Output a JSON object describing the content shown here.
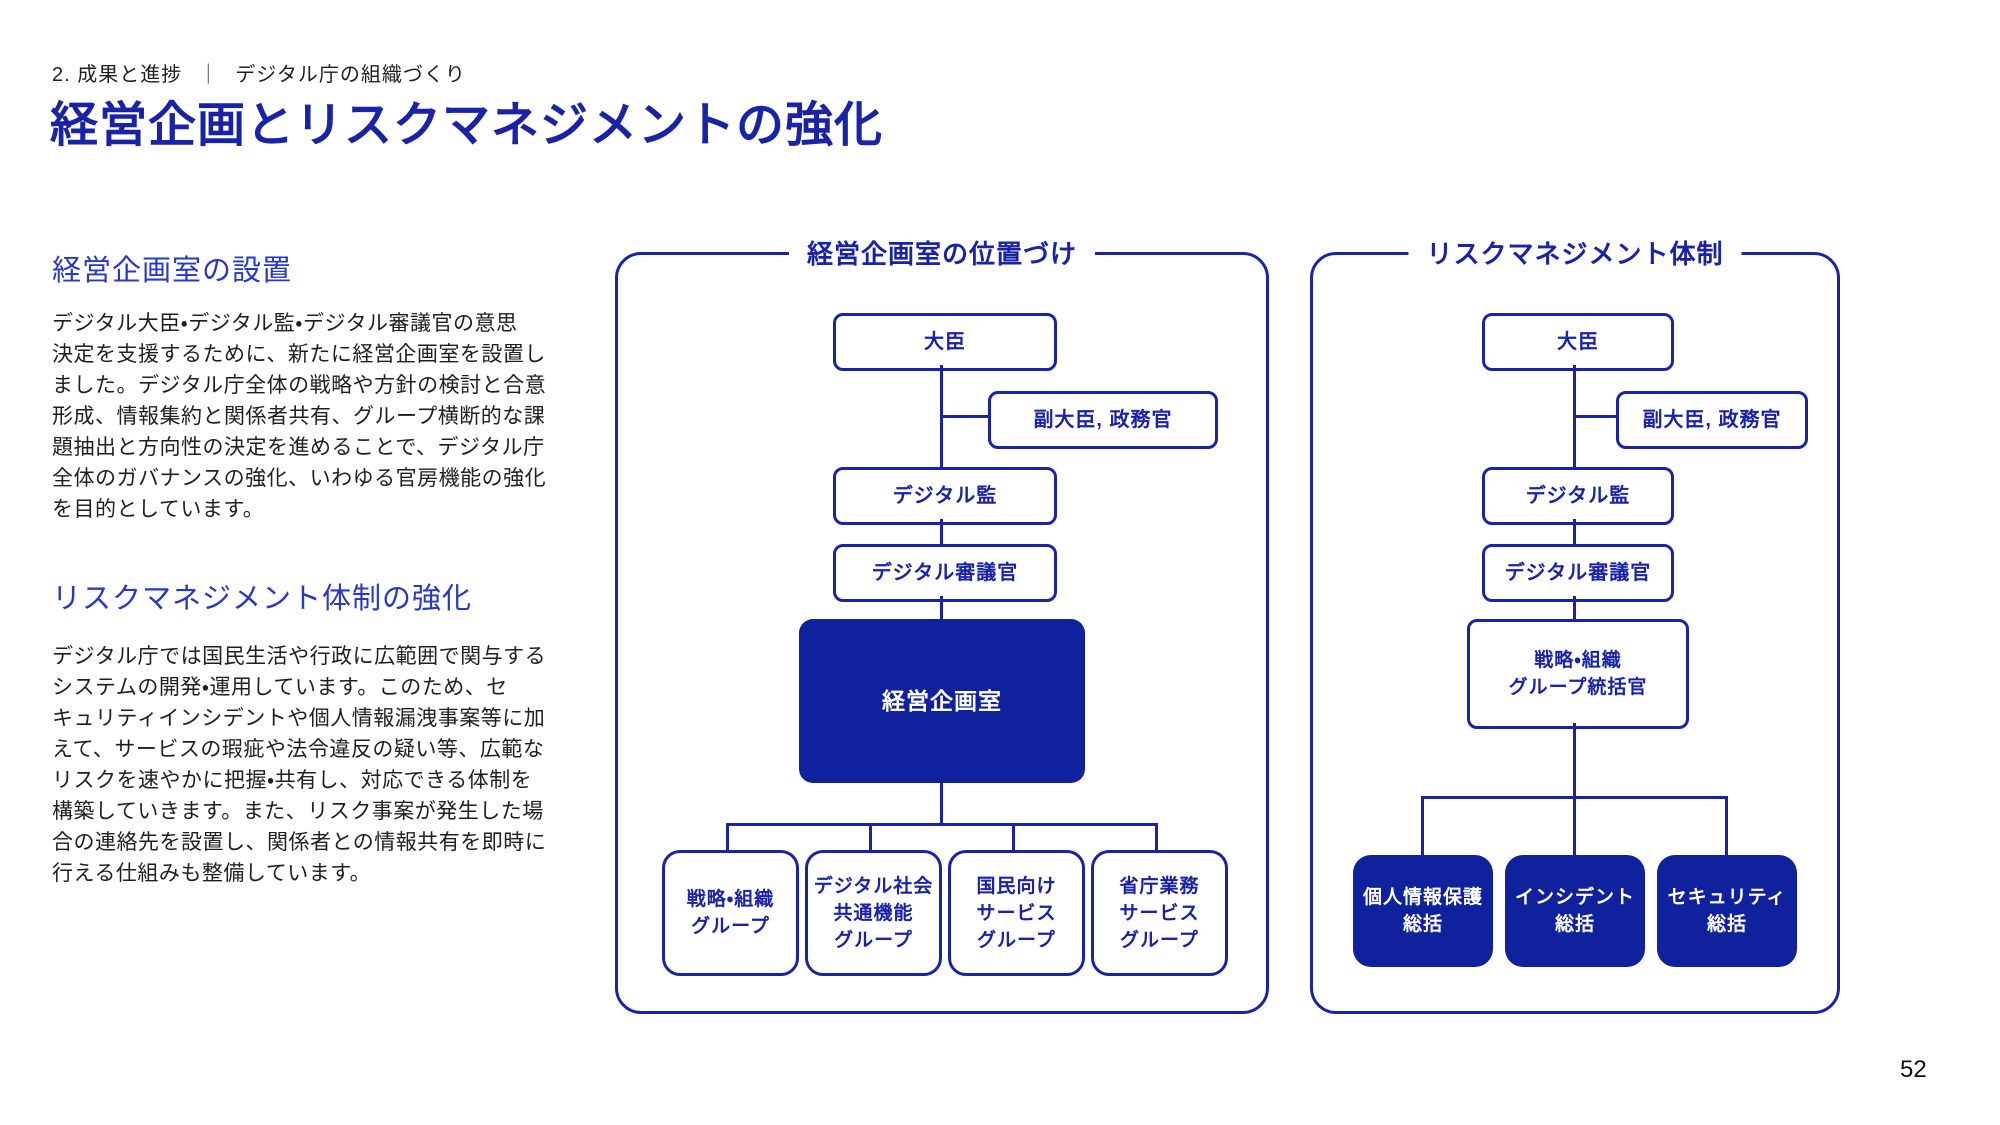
{
  "breadcrumb": {
    "section": "2. 成果と進捗",
    "separator": "｜",
    "subsection": "デジタル庁の組織づくり"
  },
  "page_title": "経営企画とリスクマネジメントの強化",
  "sections": [
    {
      "heading": "経営企画室の設置",
      "body": "デジタル大臣・デジタル監・デジタル審議官の意思\n決定を支援するために、新たに経営企画室を設置し\nました。デジタル庁全体の戦略や方針の検討と合意\n形成、情報集約と関係者共有、グループ横断的な課\n題抽出と方向性の決定を進めることで、デジタル庁\n全体のガバナンスの強化、いわゆる官房機能の強化\nを目的としています。"
    },
    {
      "heading": "リスクマネジメント体制の強化",
      "body": "デジタル庁では国民生活や行政に広範囲で関与する\nシステムの開発・運用しています。このため、セ\nキュリティインシデントや個人情報漏洩事案等に加\nえて、サービスの瑕疵や法令違反の疑い等、広範な\nリスクを速やかに把握・共有し、対応できる体制を\n構築していきます。また、リスク事案が発生した場\n合の連絡先を設置し、関係者との情報共有を即時に\n行える仕組みも整備しています。"
    }
  ],
  "diagrams": {
    "planning": {
      "title": "経営企画室の位置づけ",
      "minister": "大臣",
      "vice_minister": "副大臣, 政務官",
      "digital_superintendent": "デジタル監",
      "digital_councillor": "デジタル審議官",
      "planning_office": "経営企画室",
      "groups": [
        {
          "label": "戦略・組織\nグループ"
        },
        {
          "label": "デジタル社会\n共通機能\nグループ"
        },
        {
          "label": "国民向け\nサービス\nグループ"
        },
        {
          "label": "省庁業務\nサービス\nグループ"
        }
      ]
    },
    "risk": {
      "title": "リスクマネジメント体制",
      "minister": "大臣",
      "vice_minister": "副大臣, 政務官",
      "digital_superintendent": "デジタル監",
      "digital_councillor": "デジタル審議官",
      "group_director": "戦略・組織\nグループ統括官",
      "overseers": [
        {
          "label": "個人情報保護\n総括"
        },
        {
          "label": "インシデント\n総括"
        },
        {
          "label": "セキュリティ\n総括"
        }
      ]
    }
  },
  "page_number": "52",
  "colors": {
    "primary_blue": "#1a23a8",
    "heading_blue": "#2737c8",
    "fill_blue": "#10219e",
    "body_text": "#1f1f1f"
  }
}
